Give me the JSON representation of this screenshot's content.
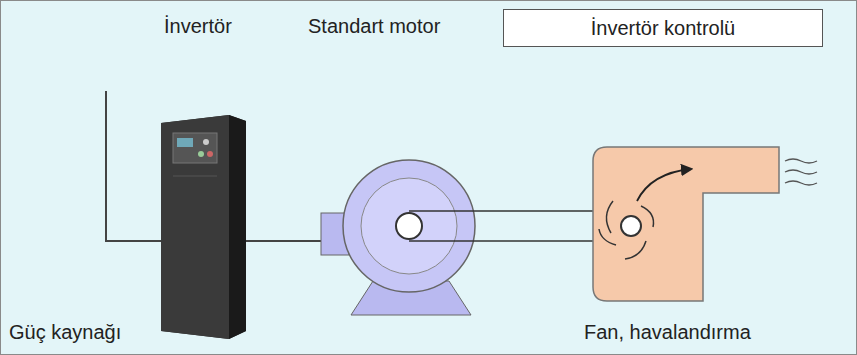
{
  "diagram": {
    "nodes": [
      {
        "text": [
          "İnvertör kontrolü"
        ]
      }
    ],
    "labels": [
      "İnvertör",
      "Standart motor",
      "Güç kaynağı",
      "Fan, havalandırma"
    ]
  }
}
